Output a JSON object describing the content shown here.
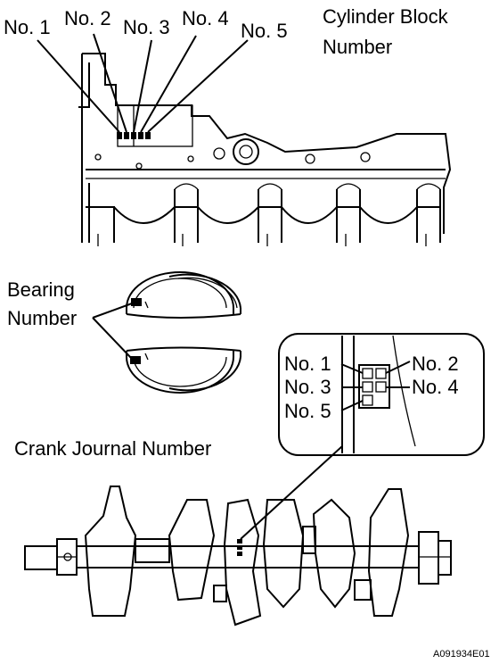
{
  "cylinder_block": {
    "labels": [
      "No. 1",
      "No. 2",
      "No. 3",
      "No. 4",
      "No. 5"
    ],
    "title_line1": "Cylinder Block",
    "title_line2": "Number"
  },
  "bearing": {
    "label_line1": "Bearing",
    "label_line2": "Number"
  },
  "detail": {
    "left_labels": [
      "No. 1",
      "No. 3",
      "No. 5"
    ],
    "right_labels": [
      "No. 2",
      "No. 4"
    ]
  },
  "crank": {
    "label": "Crank Journal Number"
  },
  "figure_code": "A091934E01"
}
